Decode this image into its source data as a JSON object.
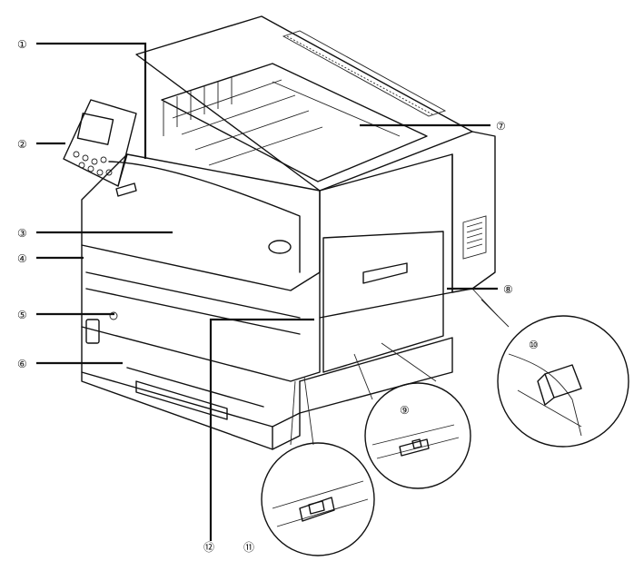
{
  "figure": {
    "callouts": [
      {
        "id": 1,
        "symbol": "①",
        "side": "left"
      },
      {
        "id": 2,
        "symbol": "②",
        "side": "left"
      },
      {
        "id": 3,
        "symbol": "③",
        "side": "left"
      },
      {
        "id": 4,
        "symbol": "④",
        "side": "left"
      },
      {
        "id": 5,
        "symbol": "⑤",
        "side": "left"
      },
      {
        "id": 6,
        "symbol": "⑥",
        "side": "left"
      },
      {
        "id": 7,
        "symbol": "⑦",
        "side": "right"
      },
      {
        "id": 8,
        "symbol": "⑧",
        "side": "right"
      },
      {
        "id": 9,
        "symbol": "⑨",
        "side": "detail"
      },
      {
        "id": 10,
        "symbol": "⑩",
        "side": "detail"
      },
      {
        "id": 11,
        "symbol": "⑪",
        "side": "bottom"
      },
      {
        "id": 12,
        "symbol": "⑫",
        "side": "bottom"
      }
    ]
  }
}
